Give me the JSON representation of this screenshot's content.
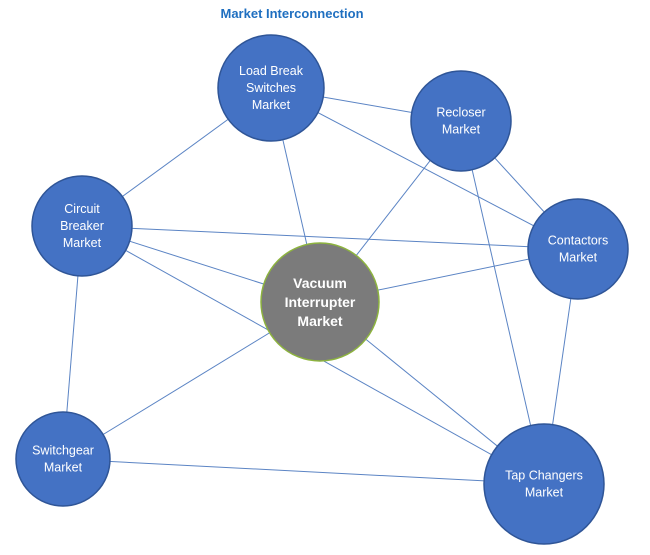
{
  "title": "Market Interconnection",
  "colors": {
    "node_fill": "#4472c4",
    "center_fill": "#7b7b7b",
    "center_border": "#8db33f",
    "edge": "#5b84c4",
    "title": "#1f6fc0"
  },
  "nodes": [
    {
      "id": "vacuum",
      "lines": [
        "Vacuum",
        "Interrupter",
        "Market"
      ],
      "central": true
    },
    {
      "id": "loadbreak",
      "lines": [
        "Load Break",
        "Switches",
        "Market"
      ]
    },
    {
      "id": "recloser",
      "lines": [
        "Recloser",
        "Market"
      ]
    },
    {
      "id": "circuit",
      "lines": [
        "Circuit",
        "Breaker",
        "Market"
      ]
    },
    {
      "id": "contactors",
      "lines": [
        "Contactors",
        "Market"
      ]
    },
    {
      "id": "switchgear",
      "lines": [
        "Switchgear",
        "Market"
      ]
    },
    {
      "id": "tapchangers",
      "lines": [
        "Tap Changers",
        "Market"
      ]
    }
  ],
  "edges": [
    [
      "loadbreak",
      "recloser"
    ],
    [
      "loadbreak",
      "circuit"
    ],
    [
      "loadbreak",
      "contactors"
    ],
    [
      "loadbreak",
      "vacuum"
    ],
    [
      "recloser",
      "contactors"
    ],
    [
      "recloser",
      "vacuum"
    ],
    [
      "recloser",
      "tapchangers"
    ],
    [
      "circuit",
      "contactors"
    ],
    [
      "circuit",
      "vacuum"
    ],
    [
      "circuit",
      "switchgear"
    ],
    [
      "circuit",
      "tapchangers"
    ],
    [
      "vacuum",
      "contactors"
    ],
    [
      "vacuum",
      "switchgear"
    ],
    [
      "vacuum",
      "tapchangers"
    ],
    [
      "contactors",
      "tapchangers"
    ],
    [
      "switchgear",
      "tapchangers"
    ]
  ]
}
